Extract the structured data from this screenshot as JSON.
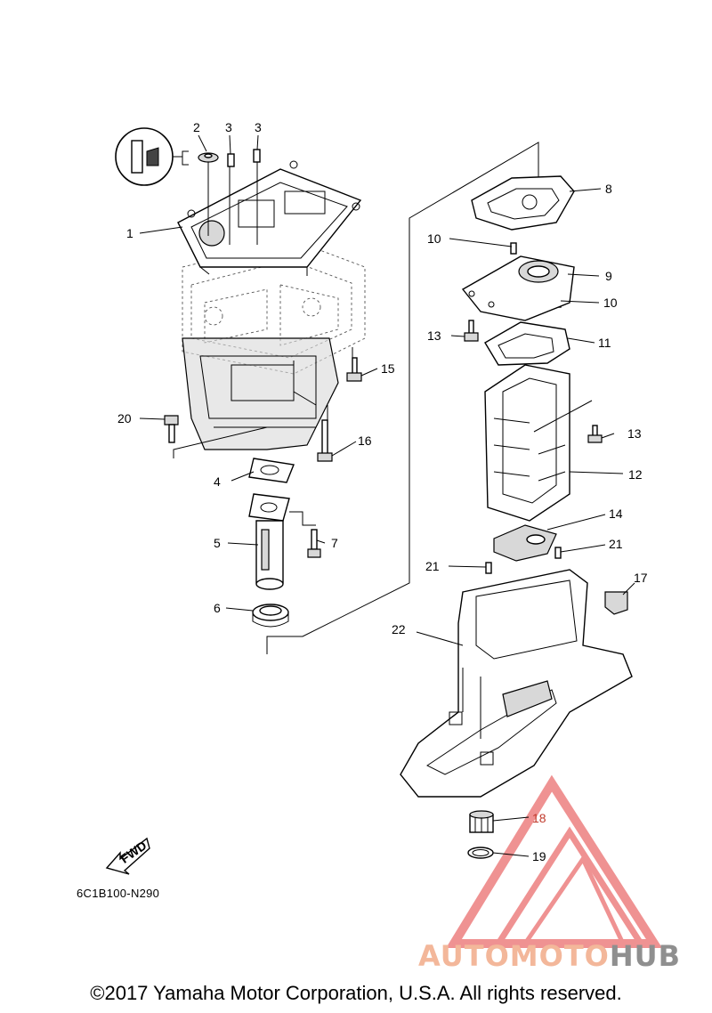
{
  "diagram": {
    "drawing_code": "6C1B100-N290",
    "fwd_label": "FWD",
    "copyright": "©2017 Yamaha Motor Corporation, U.S.A. All rights reserved."
  },
  "watermark": {
    "text_part1": "AUTOMOTO",
    "text_part2": "HUB",
    "color_part1": "#f3b79a",
    "color_part2": "#8f8f8f",
    "triangle_color": "#e23a3a"
  },
  "callouts": [
    {
      "id": "c1",
      "label": "1"
    },
    {
      "id": "c2",
      "label": "2"
    },
    {
      "id": "c3a",
      "label": "3"
    },
    {
      "id": "c3b",
      "label": "3"
    },
    {
      "id": "c4",
      "label": "4"
    },
    {
      "id": "c5",
      "label": "5"
    },
    {
      "id": "c6",
      "label": "6"
    },
    {
      "id": "c7",
      "label": "7"
    },
    {
      "id": "c8",
      "label": "8"
    },
    {
      "id": "c9",
      "label": "9"
    },
    {
      "id": "c10a",
      "label": "10"
    },
    {
      "id": "c10b",
      "label": "10"
    },
    {
      "id": "c11",
      "label": "11"
    },
    {
      "id": "c12",
      "label": "12"
    },
    {
      "id": "c13a",
      "label": "13"
    },
    {
      "id": "c13b",
      "label": "13"
    },
    {
      "id": "c14",
      "label": "14"
    },
    {
      "id": "c15",
      "label": "15"
    },
    {
      "id": "c16",
      "label": "16"
    },
    {
      "id": "c17",
      "label": "17"
    },
    {
      "id": "c18",
      "label": "18"
    },
    {
      "id": "c19",
      "label": "19"
    },
    {
      "id": "c20",
      "label": "20"
    },
    {
      "id": "c21a",
      "label": "21"
    },
    {
      "id": "c21b",
      "label": "21"
    },
    {
      "id": "c22",
      "label": "22"
    }
  ]
}
